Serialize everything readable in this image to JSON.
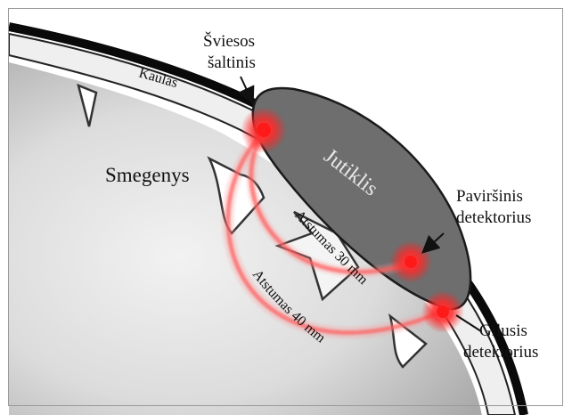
{
  "labels": {
    "light_source": [
      "Šviesos",
      "šaltinis"
    ],
    "bone": "Kaulas",
    "brain": "Smegenys",
    "sensor": "Jutiklis",
    "surface_detector": [
      "Paviršinis",
      "detektorius"
    ],
    "deep_detector": [
      "Gilusis",
      "detektorius"
    ],
    "distance_30": "Atstumas 30 mm",
    "distance_40": "Atstumas 40 mm"
  },
  "colors": {
    "light": "#ff2020",
    "sensor_fill": "#6e6e6e",
    "skull_line": "#0a0a0a",
    "bone_fill": "#eeeeee",
    "brain_tissue": "#c9c9c9"
  }
}
